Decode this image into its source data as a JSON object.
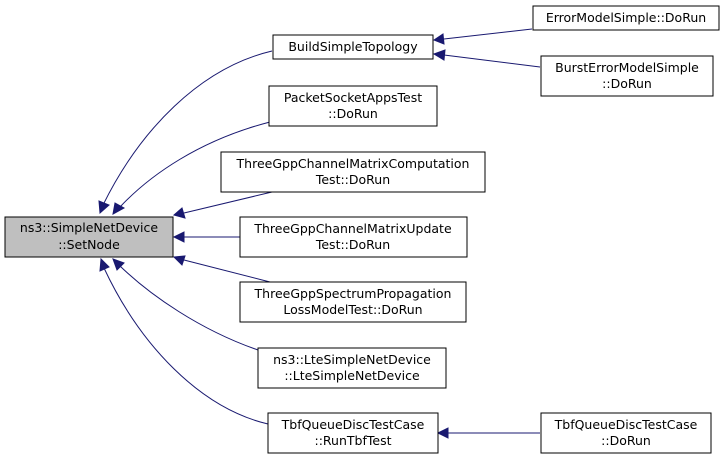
{
  "graph": {
    "colors": {
      "edge": "#191970",
      "root_fill": "#bfbfbf",
      "node_fill": "#ffffff",
      "node_border": "#000000"
    },
    "nodes": {
      "setnode": {
        "lines": [
          "ns3::SimpleNetDevice",
          "::SetNode"
        ],
        "root": true
      },
      "buildsimple": {
        "lines": [
          "BuildSimpleTopology"
        ]
      },
      "errormodel": {
        "lines": [
          "ErrorModelSimple::DoRun"
        ]
      },
      "bursterror": {
        "lines": [
          "BurstErrorModelSimple",
          "::DoRun"
        ]
      },
      "packetsocket": {
        "lines": [
          "PacketSocketAppsTest",
          "::DoRun"
        ]
      },
      "channelcomp": {
        "lines": [
          "ThreeGppChannelMatrixComputation",
          "Test::DoRun"
        ]
      },
      "channelupdate": {
        "lines": [
          "ThreeGppChannelMatrixUpdate",
          "Test::DoRun"
        ]
      },
      "spectrum": {
        "lines": [
          "ThreeGppSpectrumPropagation",
          "LossModelTest::DoRun"
        ]
      },
      "ltesimple": {
        "lines": [
          "ns3::LteSimpleNetDevice",
          "::LteSimpleNetDevice"
        ]
      },
      "runtbf": {
        "lines": [
          "TbfQueueDiscTestCase",
          "::RunTbfTest"
        ]
      },
      "tbfdorun": {
        "lines": [
          "TbfQueueDiscTestCase",
          "::DoRun"
        ]
      }
    },
    "edges": [
      {
        "from": "buildsimple",
        "to": "setnode"
      },
      {
        "from": "packetsocket",
        "to": "setnode"
      },
      {
        "from": "channelcomp",
        "to": "setnode"
      },
      {
        "from": "channelupdate",
        "to": "setnode"
      },
      {
        "from": "spectrum",
        "to": "setnode"
      },
      {
        "from": "ltesimple",
        "to": "setnode"
      },
      {
        "from": "runtbf",
        "to": "setnode"
      },
      {
        "from": "errormodel",
        "to": "buildsimple"
      },
      {
        "from": "bursterror",
        "to": "buildsimple"
      },
      {
        "from": "tbfdorun",
        "to": "runtbf"
      }
    ]
  }
}
